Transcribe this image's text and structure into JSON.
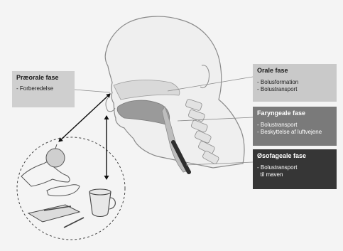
{
  "figure": {
    "preoral_phase": {
      "title": "Præorale fase",
      "items": [
        "- Forberedelse"
      ]
    },
    "oral_phase": {
      "title": "Orale fase",
      "items": [
        "- Bolusformation",
        "- Bolustransport"
      ]
    },
    "pharyngeal_phase": {
      "title": "Faryngeale fase",
      "items": [
        "- Bolustransport",
        "- Beskyttelse af luftvejene"
      ]
    },
    "esophageal_phase": {
      "title": "Øsofageale fase",
      "items": [
        "- Bolustransport",
        "  til maven"
      ]
    }
  },
  "illustration": {
    "elements": [
      "head-profile",
      "cervical-spine",
      "tongue",
      "pharynx",
      "esophagus",
      "hand-holding-apple",
      "open-hand",
      "mug",
      "plate",
      "fork",
      "knife"
    ],
    "colors": {
      "background": "#f4f4f4",
      "outline": "#8a8a8a",
      "tongue": "#9a9a9a",
      "esophagus": "#2e2e2e",
      "preoral_box": "#cfcfcf",
      "oral_box": "#c9c9c9",
      "pharyngeal_box": "#7a7a7a",
      "esophageal_box": "#363636"
    }
  }
}
